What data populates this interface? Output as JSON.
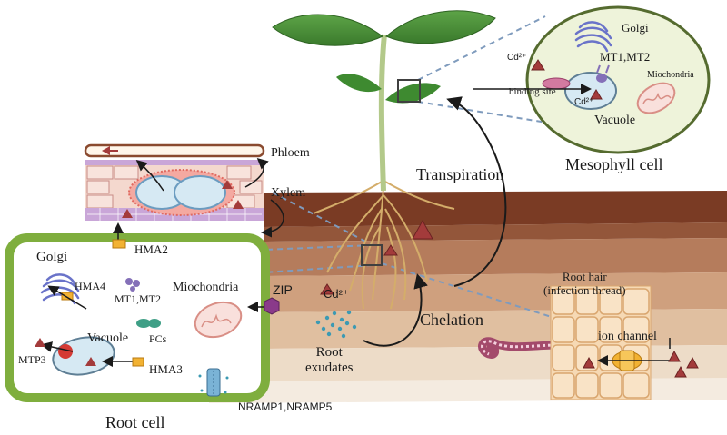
{
  "labels": {
    "phloem": "Phloem",
    "xylem": "Xylem",
    "transpiration": "Transpiration",
    "mesophyll_cell": "Mesophyll cell",
    "root_cell": "Root cell",
    "golgi_leaf": "Golgi",
    "mt_leaf": "MT1,MT2",
    "mito_leaf": "Miochondria",
    "binding_site": "binding site",
    "vacuole_leaf": "Vacuole",
    "cd_leaf_top": "Cd²⁺",
    "cd_leaf_bottom": "Cd²⁺",
    "golgi_root": "Golgi",
    "hma2": "HMA2",
    "hma4": "HMA4",
    "mt_root": "MT1,MT2",
    "mito_root": "Miochondria",
    "zip": "ZIP",
    "cd_soil": "Cd²⁺",
    "vacuole_root": "Vacuole",
    "pcs": "PCs",
    "mtp3": "MTP3",
    "hma3": "HMA3",
    "nramp": "NRAMP1,NRAMP5",
    "chelation": "Chelation",
    "root_exudates": "Root\nexudates",
    "root_hair": "Root hair\n(infection thread)",
    "ion_channel": "ion channel"
  },
  "colors": {
    "leaf": "#4c8f3a",
    "root_cell_border": "#7fae3e",
    "mesophyll_border": "#556b2f",
    "cd_marker": "#a33b3b",
    "soil_top": "#8a4a2f",
    "soil_mid": "#c99a78",
    "soil_low": "#e9d2bc",
    "vacuole": "#d6e9f3",
    "golgi": "#6a73c9",
    "mito": "#e9a7a0",
    "xylem_pink": "#f2b6b0",
    "xylem_purple": "#c9a6d8",
    "dashed_line": "#7f9bbd",
    "ion_channel": "#f2b233"
  },
  "icons": [
    "golgi-icon",
    "mitochondria-icon",
    "vacuole-icon",
    "transporter-icon",
    "triangle-cd-icon"
  ]
}
